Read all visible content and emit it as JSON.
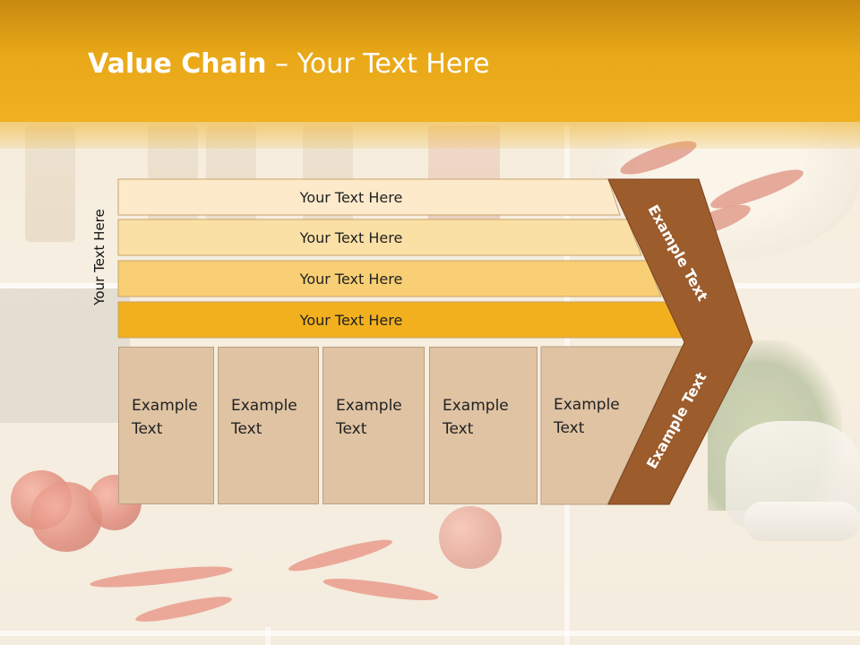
{
  "title": {
    "bold": "Value Chain",
    "rest": " – Your Text Here"
  },
  "side_label": "Your Text Here",
  "support_rows": [
    {
      "label": "Your Text Here",
      "color": "#fdeacb"
    },
    {
      "label": "Your Text Here",
      "color": "#fbe0a6"
    },
    {
      "label": "Your Text Here",
      "color": "#f8cf74"
    },
    {
      "label": "Your Text Here",
      "color": "#f2b01f"
    }
  ],
  "primary_boxes": [
    {
      "line1": "Example",
      "line2": "Text"
    },
    {
      "line1": "Example",
      "line2": "Text"
    },
    {
      "line1": "Example",
      "line2": "Text"
    },
    {
      "line1": "Example",
      "line2": "Text"
    },
    {
      "line1": "Example",
      "line2": "Text"
    }
  ],
  "margin_upper": "Example Text",
  "margin_lower": "Example Text",
  "colors": {
    "title_bar": "#e8a818",
    "margin": "#9c5c2c",
    "box": "#dfc3a3"
  }
}
